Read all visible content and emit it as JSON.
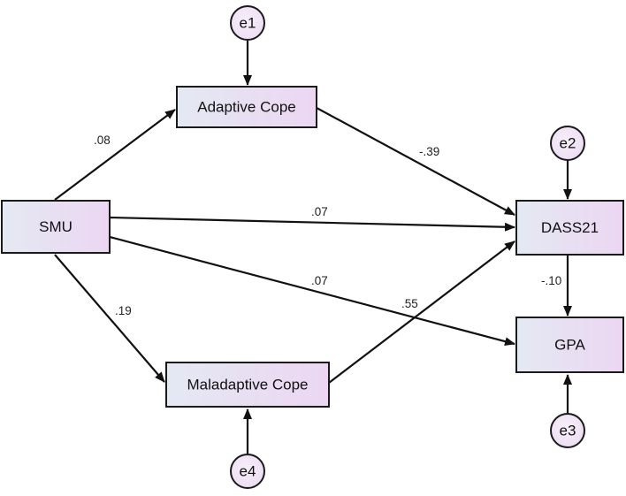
{
  "nodes": {
    "smu": {
      "label": "SMU"
    },
    "adaptive": {
      "label": "Adaptive Cope"
    },
    "maladaptive": {
      "label": "Maladaptive Cope"
    },
    "dass21": {
      "label": "DASS21"
    },
    "gpa": {
      "label": "GPA"
    },
    "e1": {
      "label": "e1"
    },
    "e2": {
      "label": "e2"
    },
    "e3": {
      "label": "e3"
    },
    "e4": {
      "label": "e4"
    }
  },
  "paths": {
    "smu_adaptive": ".08",
    "smu_dass21": ".07",
    "smu_gpa": ".07",
    "smu_maladaptive": ".19",
    "adaptive_dass21": "-.39",
    "maladaptive_dass21": ".55",
    "dass21_gpa": "-.10"
  },
  "colors": {
    "box_left": "#e4e9f2",
    "box_right": "#ecd6f2",
    "circle_fill": "#ecdcf2",
    "stroke": "#1a1a1a"
  }
}
